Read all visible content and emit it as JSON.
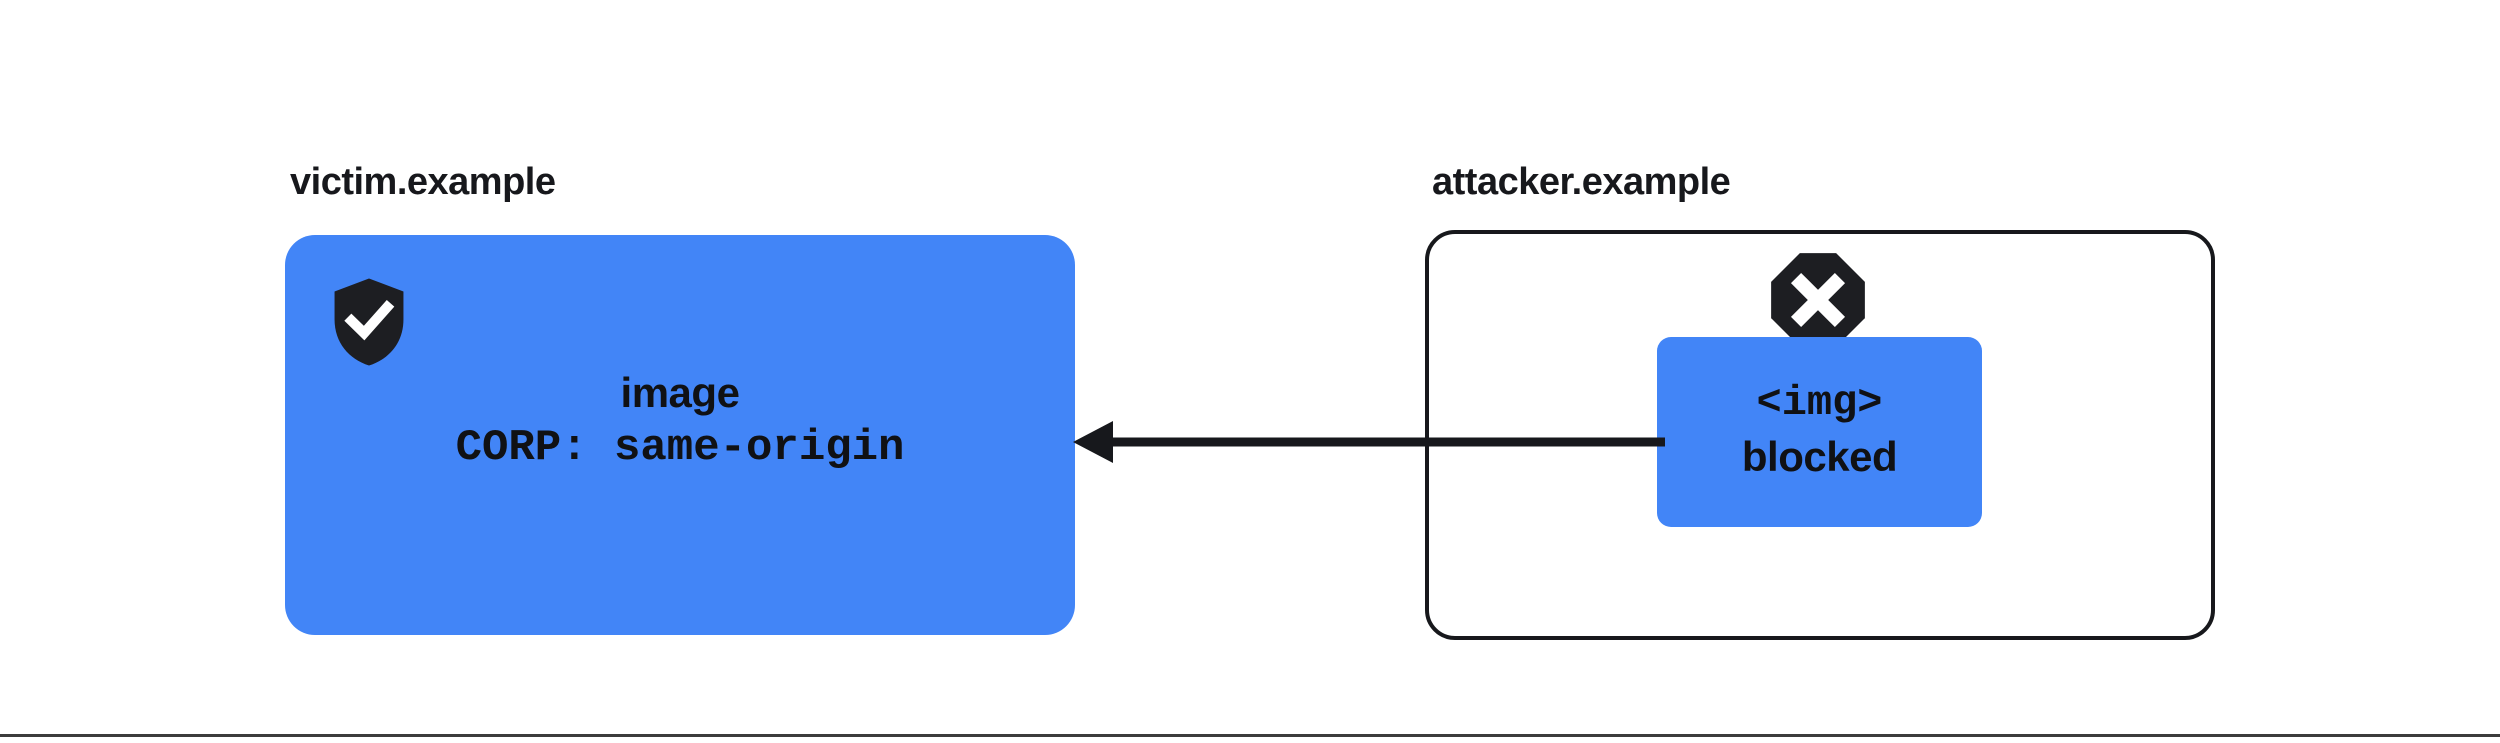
{
  "diagram": {
    "title_hidden": "",
    "accent_color": "#4285f7",
    "ink_color": "#17181c",
    "rule_color": "#3c3c3c",
    "origins": [
      {
        "id": "victim",
        "label": "victim.example",
        "style": "filled",
        "icon": "shield-check-icon",
        "resource": "image",
        "header": "CORP: same-origin"
      },
      {
        "id": "attacker",
        "label": "attacker.example",
        "style": "outlined",
        "icon": "block-octagon-x-icon",
        "resource_tag": "<img>",
        "resource_status": "blocked"
      }
    ],
    "arrow": {
      "name": "blocked-request-arrow",
      "direction": "right-to-left",
      "from": "attacker.example <img>",
      "to": "victim.example image"
    }
  }
}
